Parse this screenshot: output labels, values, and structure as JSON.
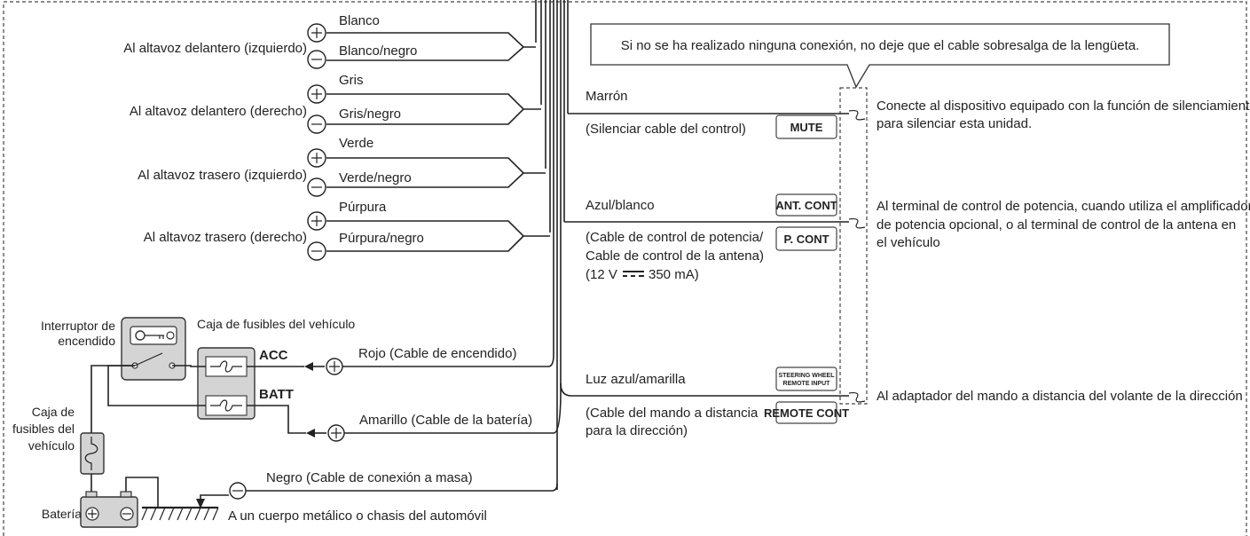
{
  "speakers": [
    {
      "location": "Al altavoz delantero (izquierdo)",
      "plus_wire": "Blanco",
      "minus_wire": "Blanco/negro"
    },
    {
      "location": "Al altavoz delantero (derecho)",
      "plus_wire": "Gris",
      "minus_wire": "Gris/negro"
    },
    {
      "location": "Al altavoz trasero (izquierdo)",
      "plus_wire": "Verde",
      "minus_wire": "Verde/negro"
    },
    {
      "location": "Al altavoz trasero (derecho)",
      "plus_wire": "Púrpura",
      "minus_wire": "Púrpura/negro"
    }
  ],
  "power": {
    "ignition_switch": [
      "Interruptor de",
      "encendido"
    ],
    "vehicle_fuse_box": "Caja de fusibles del vehículo",
    "acc": "ACC",
    "batt": "BATT",
    "red_wire": "Rojo (Cable de encendido)",
    "yellow_wire": "Amarillo (Cable de la batería)",
    "fuse_box_small": [
      "Caja de",
      "fusibles del",
      "vehículo"
    ],
    "battery": "Batería",
    "ground_wire": "Negro (Cable de conexión a masa)",
    "ground_target": "A un cuerpo metálico o chasis del automóvil"
  },
  "callout": "Si no se ha realizado ninguna conexión, no deje que el cable sobresalga de la lengüeta.",
  "mute": {
    "wire": "Marrón",
    "desc": "(Silenciar cable del control)",
    "tag": "MUTE",
    "note": [
      "Conecte al dispositivo equipado con la función de silenciamiento",
      "para silenciar esta unidad."
    ]
  },
  "pcont": {
    "wire": "Azul/blanco",
    "desc": [
      "(Cable de control de potencia/",
      "Cable de control de la antena)"
    ],
    "spec_pre": "(12 V",
    "spec_post": "350 mA)",
    "tag_ant": "ANT. CONT",
    "tag_p": "P. CONT",
    "note": [
      "Al terminal de control de potencia, cuando utiliza el amplificador",
      "de potencia opcional, o al terminal de control de la antena en",
      "el vehículo"
    ]
  },
  "remote": {
    "wire": "Luz azul/amarilla",
    "desc": [
      "(Cable del mando a distancia",
      "para la dirección)"
    ],
    "tag_sw": [
      "STEERING WHEEL",
      "REMOTE INPUT"
    ],
    "tag_remote": "REMOTE CONT",
    "note": "Al adaptador del mando a distancia del volante de la dirección"
  }
}
